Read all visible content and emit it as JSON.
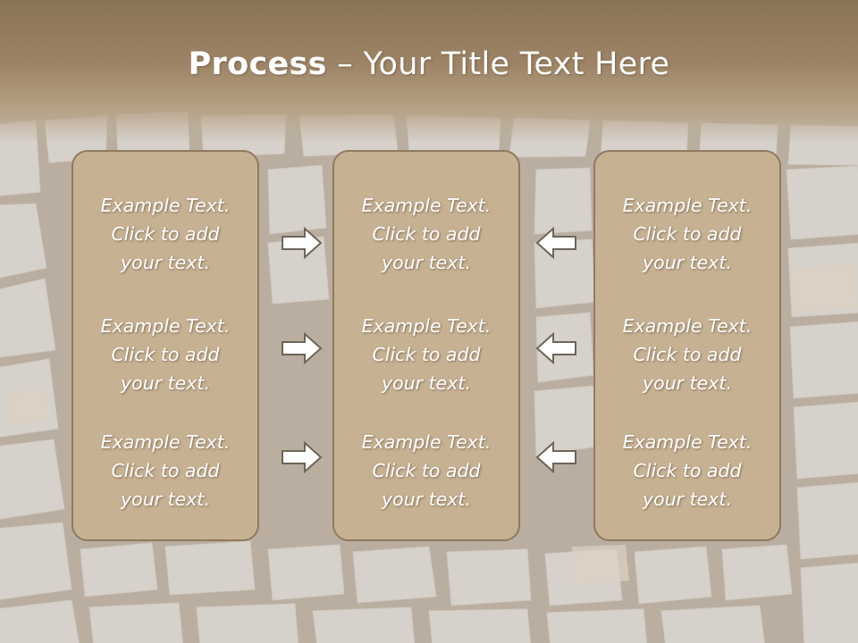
{
  "slide": {
    "title_bold": "Process",
    "title_sep": " – ",
    "title_rest": "Your Title Text Here"
  },
  "columns": [
    {
      "items": [
        {
          "l1": "Example Text.",
          "l2": "Click  to add",
          "l3": "your text."
        },
        {
          "l1": "Example Text.",
          "l2": "Click  to add",
          "l3": "your text."
        },
        {
          "l1": "Example Text.",
          "l2": "Click  to add",
          "l3": "your text."
        }
      ]
    },
    {
      "items": [
        {
          "l1": "Example Text.",
          "l2": "Click  to add",
          "l3": "your text."
        },
        {
          "l1": "Example Text.",
          "l2": "Click  to add",
          "l3": "your text."
        },
        {
          "l1": "Example Text.",
          "l2": "Click  to add",
          "l3": "your text."
        }
      ]
    },
    {
      "items": [
        {
          "l1": "Example Text.",
          "l2": "Click  to add",
          "l3": "your text."
        },
        {
          "l1": "Example Text.",
          "l2": "Click  to add",
          "l3": "your text."
        },
        {
          "l1": "Example Text.",
          "l2": "Click  to add",
          "l3": "your text."
        }
      ]
    }
  ],
  "arrows": {
    "left_group": [
      "arrow-right-icon",
      "arrow-right-icon",
      "arrow-right-icon"
    ],
    "right_group": [
      "arrow-left-icon",
      "arrow-left-icon",
      "arrow-left-icon"
    ]
  },
  "colors": {
    "header": "#9d8466",
    "box_fill": "#c7b193",
    "box_border": "#8f7a5e",
    "text": "#ffffff"
  }
}
